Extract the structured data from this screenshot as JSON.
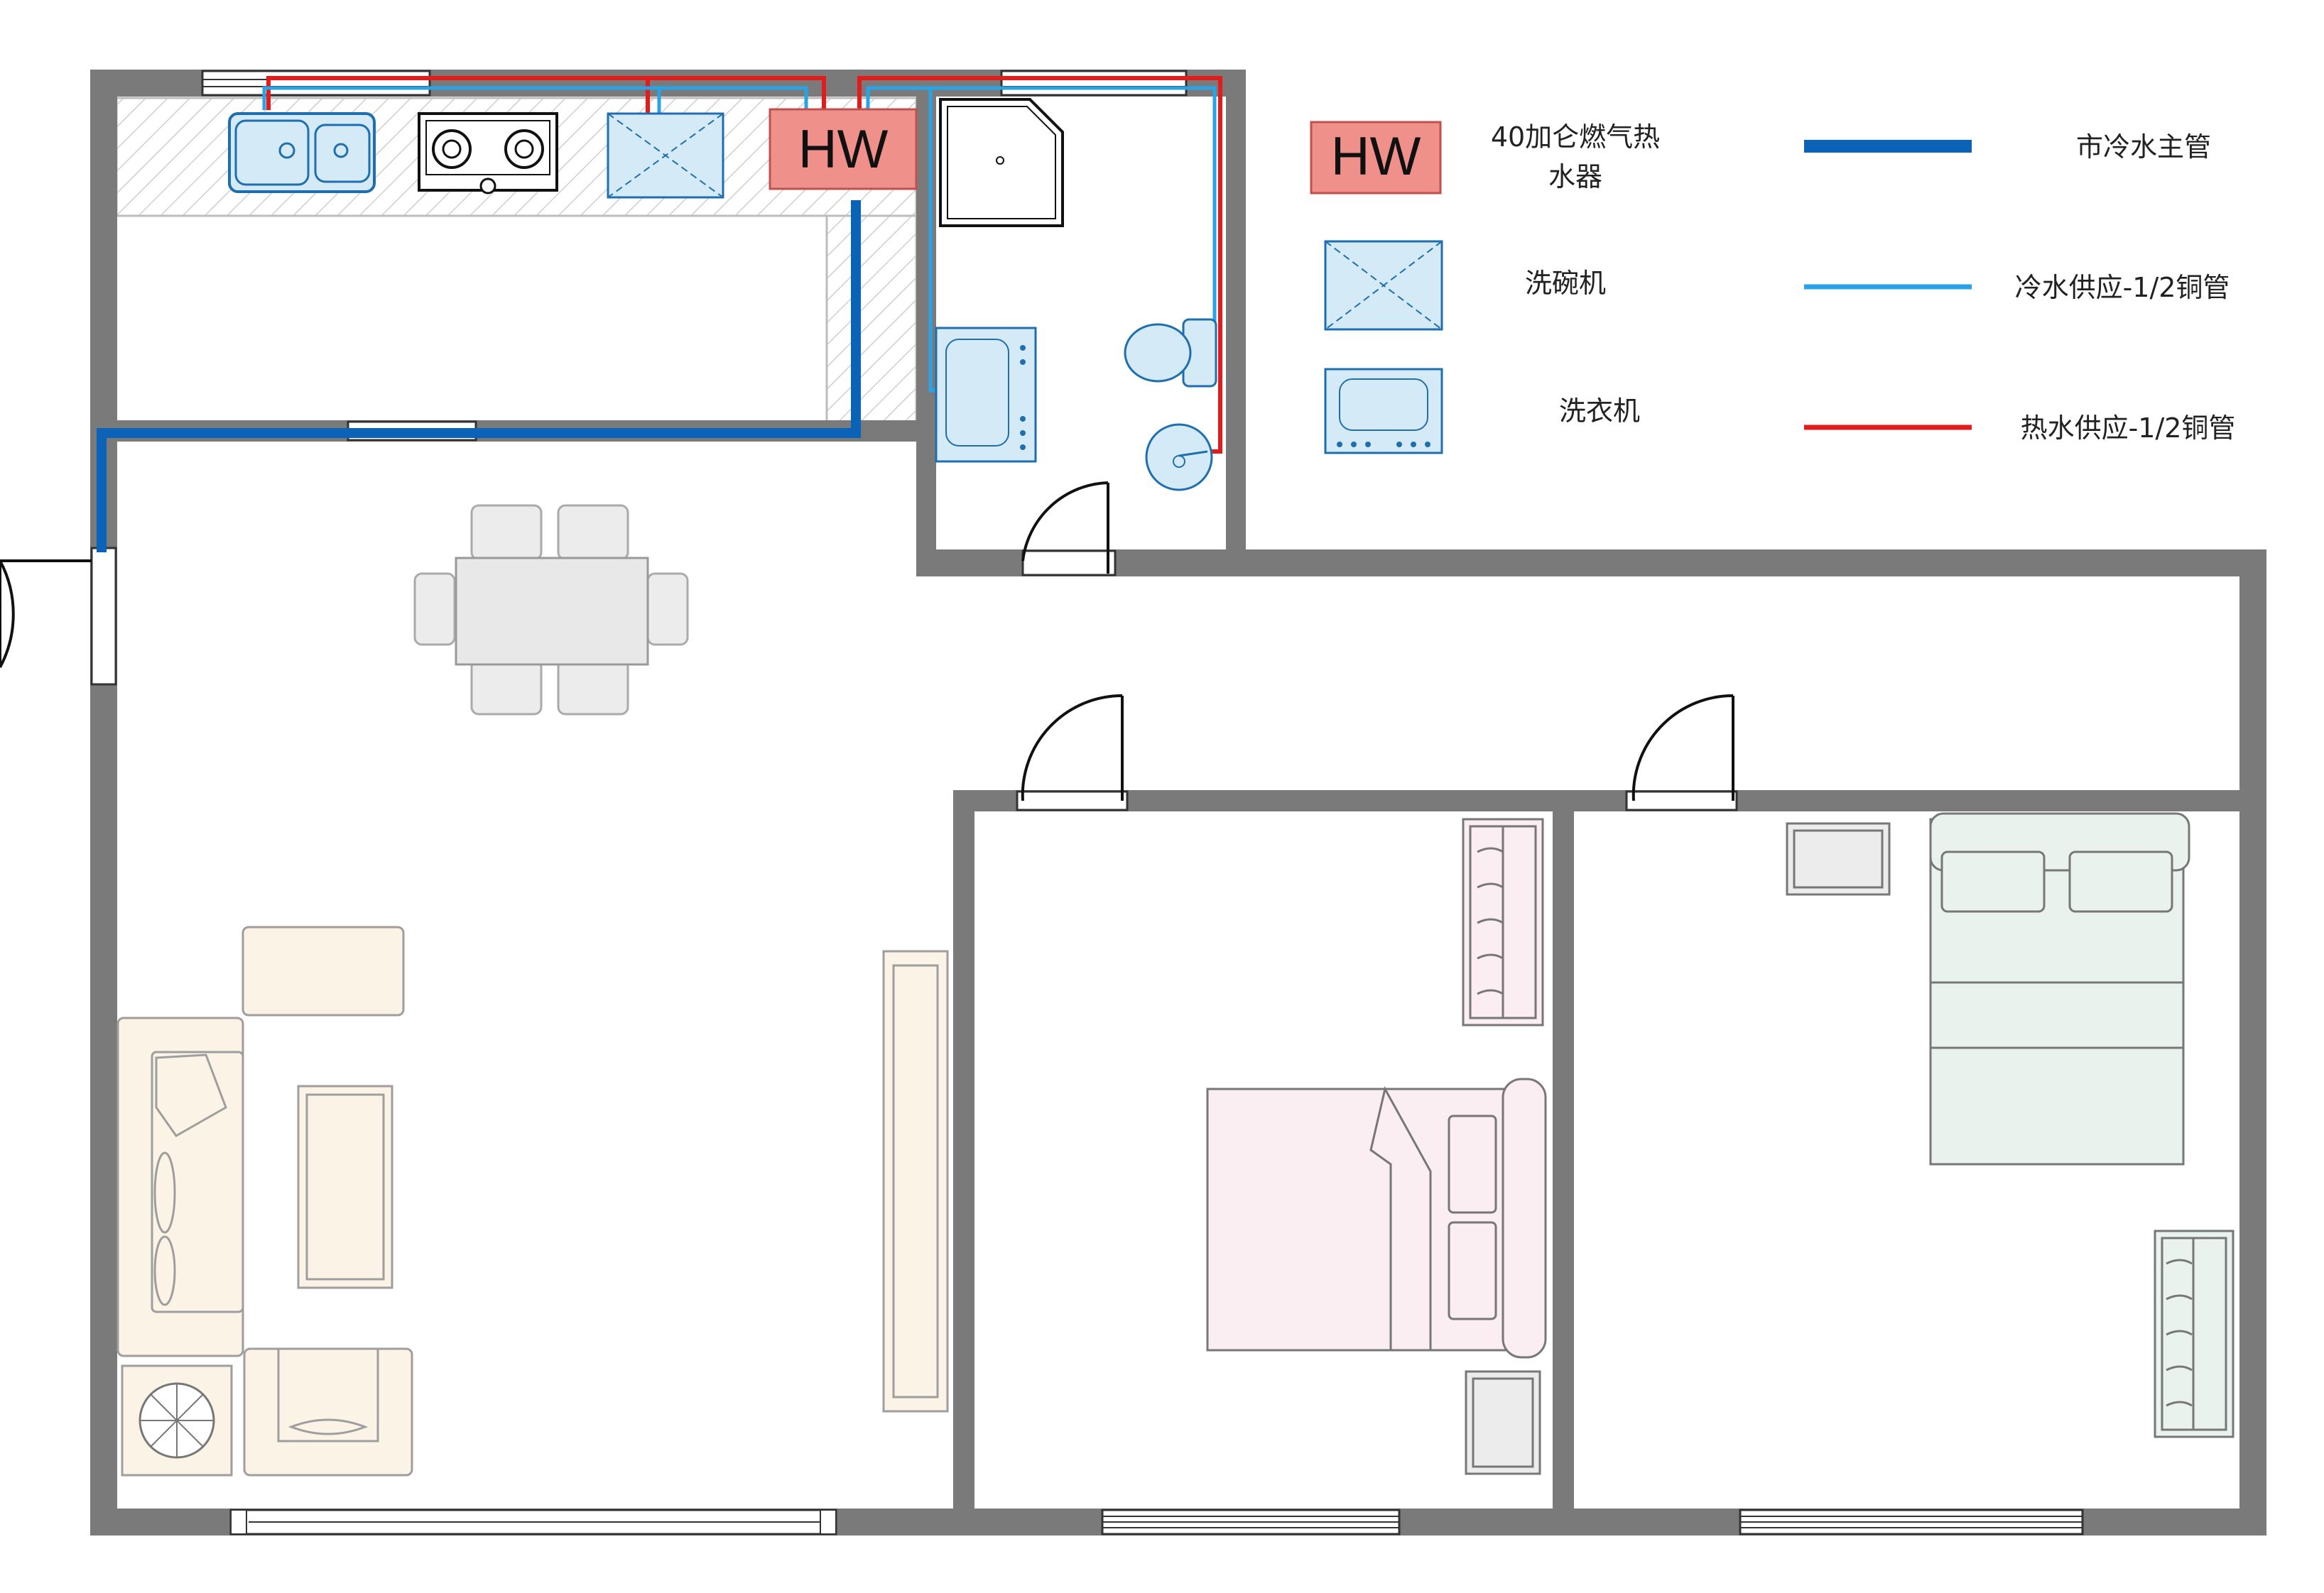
{
  "water_heater": {
    "symbol": "HW",
    "color": "#f0908a"
  },
  "pipes": {
    "main_cold_color": "#0b63b8",
    "cold_supply_color": "#29a3e6",
    "hot_supply_color": "#e31b1b"
  },
  "legend": {
    "items": [
      {
        "symbol": "HW",
        "label_line1": "40加仑燃气热",
        "label_line2": "水器",
        "icon": "water-heater-icon"
      },
      {
        "label": "洗碗机",
        "icon": "dishwasher-icon"
      },
      {
        "label": "洗衣机",
        "icon": "washing-machine-icon"
      },
      {
        "label": "市冷水主管",
        "icon": "main-cold-pipe-line"
      },
      {
        "label": "冷水供应-1/2铜管",
        "icon": "cold-supply-pipe-line"
      },
      {
        "label": "热水供应-1/2铜管",
        "icon": "hot-supply-pipe-line"
      }
    ]
  },
  "colors": {
    "wall": "#7a7a7a",
    "fixture_blue": "#d4ebf7",
    "fixture_stroke": "#1f6fb0",
    "sofa_fill": "#fbf4e6",
    "bed1_fill": "#fbeef2",
    "bed2_fill": "#e9f2ec"
  }
}
